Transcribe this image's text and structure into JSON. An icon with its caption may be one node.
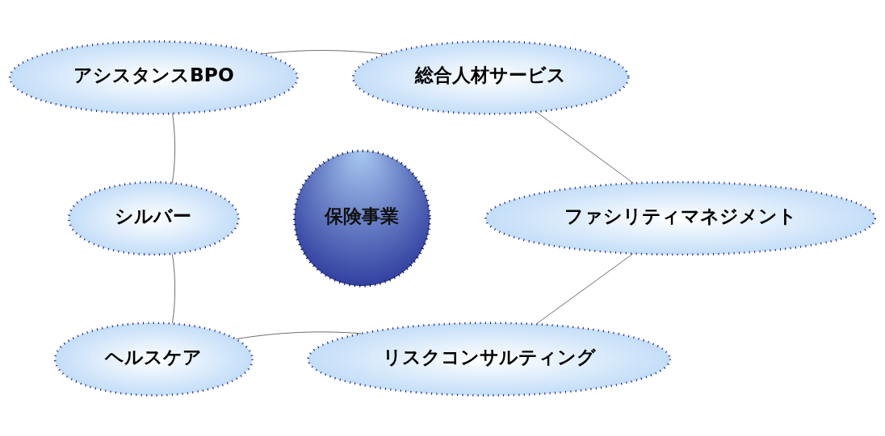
{
  "diagram": {
    "nodes": [
      {
        "text": [
          "アシスタンスBPO"
        ]
      },
      {
        "text": [
          "総合人材サービス"
        ]
      },
      {
        "text": [
          "シルバー"
        ]
      },
      {
        "text": [
          "保険事業"
        ]
      },
      {
        "text": [
          "ファシリティマネジメント"
        ]
      },
      {
        "text": [
          "ヘルスケア"
        ]
      },
      {
        "text": [
          "リスクコンサルティング"
        ]
      }
    ],
    "edges": [
      {
        "from": 0,
        "to": 1,
        "arrow": "none"
      },
      {
        "from": 1,
        "to": 4,
        "arrow": "none"
      },
      {
        "from": 4,
        "to": 6,
        "arrow": "none"
      },
      {
        "from": 6,
        "to": 5,
        "arrow": "none"
      },
      {
        "from": 5,
        "to": 2,
        "arrow": "none"
      },
      {
        "from": 2,
        "to": 0,
        "arrow": "none"
      }
    ]
  }
}
